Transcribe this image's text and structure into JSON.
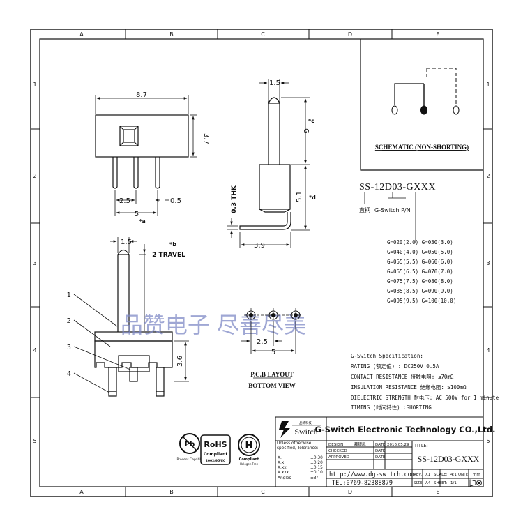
{
  "frame": {
    "cols": [
      "A",
      "B",
      "C",
      "D",
      "E"
    ],
    "rows": [
      "1",
      "2",
      "3",
      "4",
      "5"
    ]
  },
  "front_view": {
    "width_dim": "8.7",
    "height_dim": "3.7",
    "pitch_dim": "2.5",
    "pin_dim": "0.5",
    "span_dim": "5",
    "span_ref": "*a"
  },
  "side_view": {
    "top_dim": "1.5",
    "g_dim": "G",
    "g_ref": "*c",
    "len_dim": "5.1",
    "len_ref": "*d",
    "thk_dim": "0.3 THK",
    "base_dim": "3.9"
  },
  "top_view": {
    "top_dim": "1.5",
    "travel_ref": "*b",
    "travel_dim": "2 TRAVEL",
    "height_dim": "3.6",
    "callouts": [
      "1",
      "2",
      "3",
      "4"
    ]
  },
  "watermark": "品赞电子  尽善尽美",
  "pcb": {
    "pitch_dim": "2.5",
    "span_dim": "5",
    "title": "P.C.B LAYOUT",
    "subtitle": "BOTTOM VIEW"
  },
  "schematic": {
    "label": "SCHEMATIC (NON-SHORTING)"
  },
  "part": {
    "number": "SS-12D03-GXXX",
    "note_left": "直柄",
    "note_right": "G-Switch P/N",
    "g_codes": [
      "G=020(2.0)  G=030(3.0)",
      "G=040(4.0)  G=050(5.0)",
      "G=055(5.5)  G=060(6.0)",
      "G=065(6.5)  G=070(7.0)",
      "G=075(7.5)  G=080(8.0)",
      "G=085(8.5)  G=090(9.0)",
      "G=095(9.5)  G=100(10.0)"
    ]
  },
  "spec": {
    "heading": "G-Switch Specification:",
    "lines": [
      "RATING (额定值) : DC250V 0.5A",
      "CONTACT RESISTANCE 接触电阻: ≤70mΩ",
      "INSULATION RESISTANCE 绝缘电阻: ≥100mΩ",
      "DIELECTRIC STRENGTH 耐电压: AC 500V for 1 minute",
      "TIMING  (时间特性) :SHORTING"
    ]
  },
  "badges": {
    "pb_main": "Pb",
    "pb_sub": "Process Capable",
    "rohs_title": "RoHS",
    "rohs_sub": "Compliant",
    "rohs_code": "2002/95/EC",
    "h_main": "H",
    "h_sub": "Compliant",
    "h_code": "Halogen Free"
  },
  "title_block": {
    "logo_text": "Switch",
    "logo_small": "品赞科技",
    "company": "G-Switch Electronic Technology CO.,Ltd.",
    "tol_heading": "Unless otherwise specified, Tolerance:",
    "tolerances": [
      {
        "k": "X.",
        "v": "±0.30"
      },
      {
        "k": "X.x",
        "v": "±0.20"
      },
      {
        "k": "X.xx",
        "v": "±0.15"
      },
      {
        "k": "X.xxx",
        "v": "±0.10"
      },
      {
        "k": "Angles",
        "v": "±3°"
      }
    ],
    "rows": [
      {
        "label": "DESIGN",
        "value": "薛银凤",
        "date_label": "DATE",
        "date": "2016.05.29"
      },
      {
        "label": "CHECKED",
        "value": "",
        "date_label": "DATE",
        "date": ""
      },
      {
        "label": "APPROVED",
        "value": "",
        "date_label": "DATE",
        "date": ""
      }
    ],
    "url": "http://www.dg-switch.com",
    "tel": "TEL:0769-82388879",
    "title_label": "TITLE:",
    "title_value": "SS-12D03-GXXX",
    "rev_label": "REV.:",
    "rev": "X1",
    "scale_label": "SCALE:",
    "scale": "4:1",
    "unit_label": "UNIT:",
    "unit": "mm",
    "size_label": "SIZE:",
    "size": "A4",
    "sheet_label": "SHEET:",
    "sheet": "1/1"
  }
}
